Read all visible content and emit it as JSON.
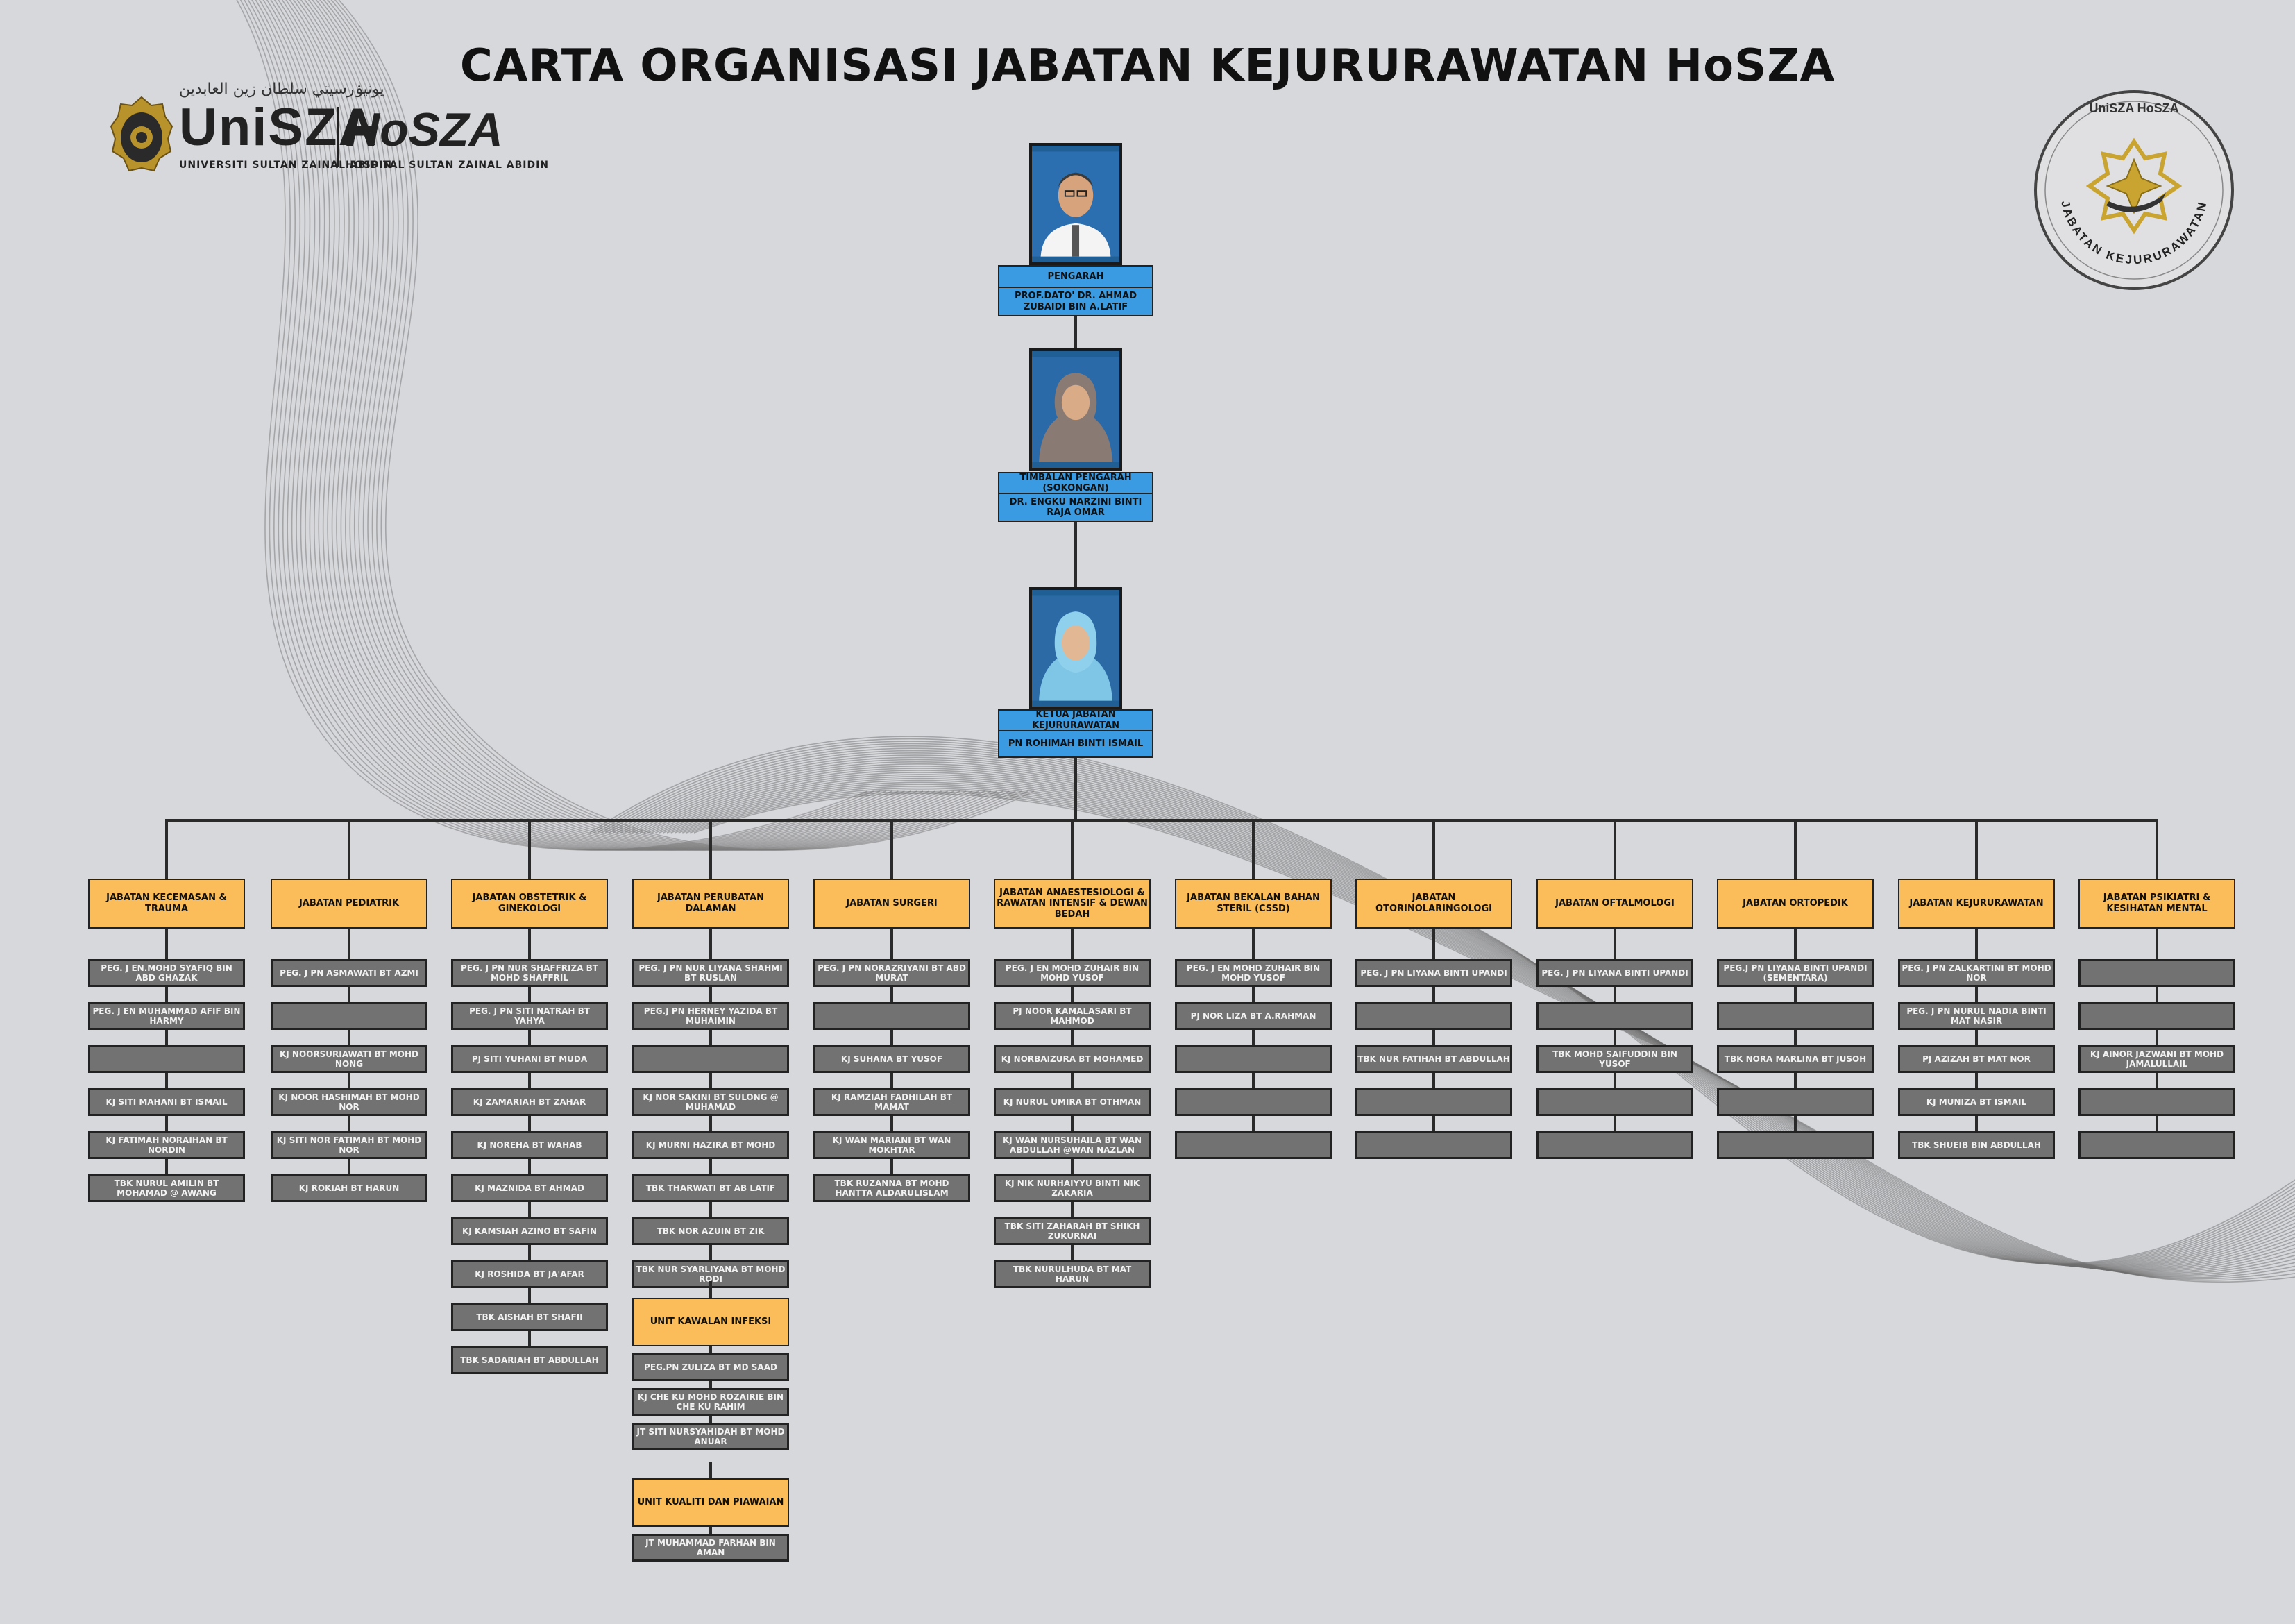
{
  "page_title": "CARTA ORGANISASI JABATAN KEJURURAWATAN HoSZA",
  "logos": {
    "unisza_name": "UniSZA",
    "unisza_full": "UNIVERSITI SULTAN ZAINAL ABIDIN",
    "unisza_arabic": "يونيۏرسيتي سلطان زين العابدين",
    "hosza_name": "HoSZA",
    "hosza_full": "HOSPITAL SULTAN ZAINAL ABIDIN",
    "seal_top": "UniSZA HoSZA",
    "seal_text": "JABATAN KEJURURAWATAN"
  },
  "colors": {
    "top_box": "#3a9ae2",
    "department_box": "#fbbd59",
    "staff_box": "#727272",
    "background": "#d7d8dc"
  },
  "leadership": [
    {
      "role": "PENGARAH",
      "name": "PROF.DATO' DR. AHMAD ZUBAIDI BIN A.LATIF"
    },
    {
      "role": "TIMBALAN PENGARAH (SOKONGAN)",
      "name": "DR. ENGKU NARZINI BINTI RAJA OMAR"
    },
    {
      "role": "KETUA JABATAN KEJURURAWATAN",
      "name": "PN ROHIMAH BINTI ISMAIL"
    }
  ],
  "departments": [
    {
      "name": "JABATAN KECEMASAN & TRAUMA",
      "staff": [
        "PEG. J EN.MOHD SYAFIQ BIN ABD GHAZAK",
        "PEG. J EN MUHAMMAD AFIF BIN HARMY",
        "",
        "KJ SITI MAHANI BT ISMAIL",
        "KJ FATIMAH NORAIHAN BT NORDIN",
        "TBK NURUL AMILIN BT MOHAMAD @ AWANG"
      ]
    },
    {
      "name": "JABATAN PEDIATRIK",
      "staff": [
        "PEG. J PN ASMAWATI BT AZMI",
        "",
        "KJ NOORSURIAWATI BT MOHD NONG",
        "KJ NOOR HASHIMAH BT MOHD NOR",
        "KJ SITI NOR FATIMAH BT MOHD NOR",
        "KJ ROKIAH BT HARUN"
      ]
    },
    {
      "name": "JABATAN OBSTETRIK & GINEKOLOGI",
      "staff": [
        "PEG. J PN NUR SHAFFRIZA BT MOHD SHAFFRIL",
        "PEG. J PN SITI NATRAH BT YAHYA",
        "PJ SITI YUHANI BT MUDA",
        "KJ ZAMARIAH BT ZAHAR",
        "KJ NOREHA BT WAHAB",
        "KJ MAZNIDA BT AHMAD",
        "KJ KAMSIAH AZINO BT SAFIN",
        "KJ ROSHIDA BT JA'AFAR",
        "TBK AISHAH BT SHAFII",
        "TBK SADARIAH BT ABDULLAH"
      ]
    },
    {
      "name": "JABATAN PERUBATAN DALAMAN",
      "staff": [
        "PEG. J PN NUR LIYANA SHAHMI BT RUSLAN",
        "PEG.J PN HERNEY YAZIDA BT MUHAIMIN",
        "",
        "KJ NOR SAKINI BT SULONG @ MUHAMAD",
        "KJ MURNI HAZIRA BT MOHD",
        "TBK THARWATI BT AB LATIF",
        "TBK NOR AZUIN BT ZIK",
        "TBK NUR SYARLIYANA BT MOHD RODI"
      ],
      "units": [
        {
          "name": "UNIT KAWALAN INFEKSI",
          "staff": [
            "PEG.PN ZULIZA BT MD SAAD",
            "KJ CHE KU MOHD ROZAIRIE BIN CHE KU RAHIM",
            "JT SITI NURSYAHIDAH BT MOHD ANUAR"
          ]
        },
        {
          "name": "UNIT KUALITI DAN PIAWAIAN",
          "staff": [
            "JT MUHAMMAD FARHAN BIN AMAN"
          ]
        }
      ]
    },
    {
      "name": "JABATAN SURGERI",
      "staff": [
        "PEG. J PN NORAZRIYANI BT ABD MURAT",
        "",
        "KJ SUHANA BT YUSOF",
        "KJ RAMZIAH FADHILAH BT MAMAT",
        "KJ WAN MARIANI BT WAN MOKHTAR",
        "TBK RUZANNA BT MOHD HANTTA ALDARULISLAM"
      ]
    },
    {
      "name": "JABATAN ANAESTESIOLOGI & RAWATAN INTENSIF & DEWAN BEDAH",
      "staff": [
        "PEG. J EN MOHD ZUHAIR BIN MOHD YUSOF",
        "PJ NOOR KAMALASARI BT MAHMOD",
        "KJ NORBAIZURA BT MOHAMED",
        "KJ NURUL UMIRA BT OTHMAN",
        "KJ WAN NURSUHAILA BT WAN ABDULLAH @WAN NAZLAN",
        "KJ NIK NURHAIYYU BINTI NIK ZAKARIA",
        "TBK SITI ZAHARAH BT SHIKH ZUKURNAI",
        "TBK NURULHUDA BT MAT HARUN"
      ]
    },
    {
      "name": "JABATAN BEKALAN BAHAN STERIL (CSSD)",
      "staff": [
        "PEG. J EN MOHD ZUHAIR BIN MOHD YUSOF",
        "PJ NOR LIZA BT A.RAHMAN",
        "",
        "",
        ""
      ]
    },
    {
      "name": "JABATAN OTORINOLARINGOLOGI",
      "staff": [
        "PEG. J PN LIYANA  BINTI UPANDI",
        "",
        "TBK NUR FATIHAH BT ABDULLAH",
        "",
        ""
      ]
    },
    {
      "name": "JABATAN OFTALMOLOGI",
      "staff": [
        "PEG. J PN LIYANA  BINTI UPANDI",
        "",
        "TBK MOHD SAIFUDDIN BIN YUSOF",
        "",
        ""
      ]
    },
    {
      "name": "JABATAN ORTOPEDIK",
      "staff": [
        "PEG.J PN LIYANA BINTI UPANDI (SEMENTARA)",
        "",
        "TBK NORA MARLINA BT JUSOH",
        "",
        ""
      ]
    },
    {
      "name": "JABATAN KEJURURAWATAN",
      "staff": [
        "PEG. J PN ZALKARTINI BT MOHD NOR",
        "PEG. J PN NURUL NADIA BINTI MAT NASIR",
        "PJ AZIZAH BT MAT NOR",
        "KJ MUNIZA BT ISMAIL",
        "TBK  SHUEIB BIN ABDULLAH"
      ]
    },
    {
      "name": "JABATAN PSIKIATRI & KESIHATAN MENTAL",
      "staff": [
        "",
        "",
        "KJ AINOR JAZWANI BT MOHD JAMALULLAIL",
        "",
        ""
      ]
    }
  ]
}
